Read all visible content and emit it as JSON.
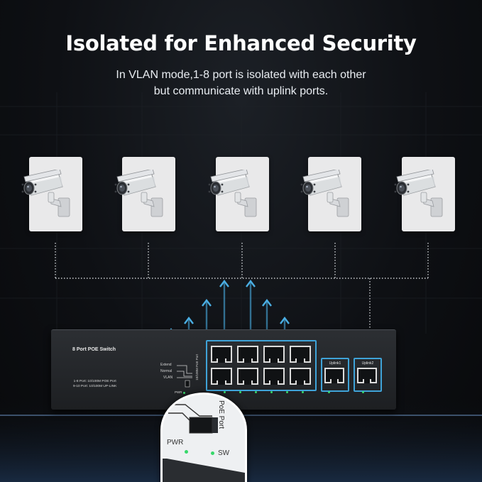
{
  "header": {
    "title": "Isolated for Enhanced Security",
    "subtitle_line1": "In VLAN mode,1-8 port is isolated with each other",
    "subtitle_line2": "but communicate with uplink ports."
  },
  "cameras": [
    {
      "icon": "security-camera-icon"
    },
    {
      "icon": "security-camera-icon"
    },
    {
      "icon": "security-camera-icon"
    },
    {
      "icon": "security-camera-icon"
    },
    {
      "icon": "security-camera-icon"
    }
  ],
  "switch": {
    "model_label": "8 Port POE Switch",
    "spec_line1": "1-8 Port: 10/100M POE Port",
    "spec_line2": "9-10 Port: 10/100M UP-LINK",
    "mode_extend": "Extend",
    "mode_normal": "Normal",
    "mode_vlan": "VLAN",
    "port_tag": "10/100M PoE Port",
    "pwr_label": "PWR",
    "uplink1_label": "Uplink1",
    "uplink2_label": "Uplink2"
  },
  "zoom_inset": {
    "poe_port_label": "PoE Port",
    "pwr_label": "PWR",
    "sw_label": "SW"
  },
  "colors": {
    "accent_blue": "#3fa3d8",
    "background": "#0e1014",
    "led_green": "#37d86a"
  }
}
